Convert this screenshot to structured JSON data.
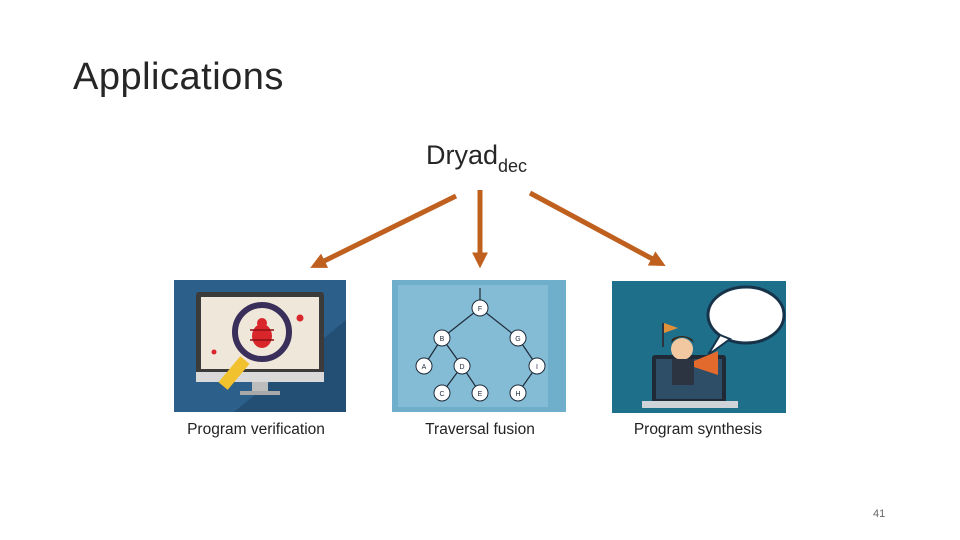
{
  "slide": {
    "title": "Applications",
    "root_label": "Dryad",
    "root_subscript": "dec",
    "page_number": "41"
  },
  "applications": [
    {
      "caption": "Program verification",
      "icon": "bug-magnifier-monitor-icon"
    },
    {
      "caption": "Traversal fusion",
      "icon": "tree-graph-icon"
    },
    {
      "caption": "Program synthesis",
      "icon": "man-megaphone-laptop-icon"
    }
  ],
  "tree_nodes": [
    "F",
    "B",
    "G",
    "A",
    "D",
    "I",
    "C",
    "E",
    "H"
  ],
  "colors": {
    "arrow": "#C0601F",
    "verification_bg": "#2C5F8A",
    "traversal_bg": "#6FAFCB",
    "synthesis_bg": "#1E6F8A"
  }
}
